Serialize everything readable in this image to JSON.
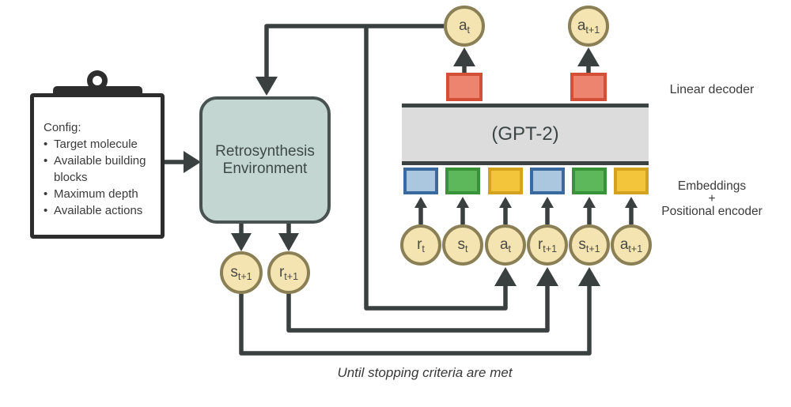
{
  "diagram": {
    "clipboard": {
      "title": "Config:",
      "bullet": "•",
      "items": [
        "Target molecule",
        "Available building blocks",
        "Maximum depth",
        "Available actions"
      ]
    },
    "environment": {
      "line1": "Retrosynthesis",
      "line2": "Environment"
    },
    "model": {
      "label": "(GPT-2)"
    },
    "annotations": {
      "linear_decoder": "Linear decoder",
      "embeddings_line1": "Embeddings",
      "embeddings_line2": "+",
      "embeddings_line3": "Positional encoder",
      "caption": "Until stopping criteria are met"
    },
    "tokens": {
      "outputs_top": [
        {
          "base": "a",
          "sub": "t"
        },
        {
          "base": "a",
          "sub": "t+1"
        }
      ],
      "env_outputs": [
        {
          "base": "s",
          "sub": "t+1"
        },
        {
          "base": "r",
          "sub": "t+1"
        }
      ],
      "sequence": [
        {
          "base": "r",
          "sub": "t"
        },
        {
          "base": "s",
          "sub": "t"
        },
        {
          "base": "a",
          "sub": "t"
        },
        {
          "base": "r",
          "sub": "t+1"
        },
        {
          "base": "s",
          "sub": "t+1"
        },
        {
          "base": "a",
          "sub": "t+1"
        }
      ]
    },
    "colors": {
      "line": "#3a3f3f",
      "token_fill": "#f4e4b2",
      "token_border": "#8b7f55",
      "environment_fill": "#c4d6d1",
      "environment_border": "#485250",
      "model_fill": "#dcdcdc",
      "decoder_fill": "#ed8470",
      "decoder_border": "#d44f38",
      "embedding_blue": "#abc7e0",
      "embedding_green": "#5cb85a",
      "embedding_yellow": "#f2c53b"
    }
  }
}
